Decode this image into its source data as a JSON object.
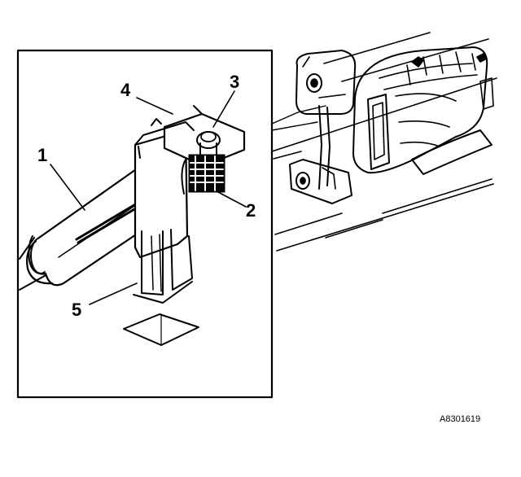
{
  "figure_id": "A8301619",
  "callouts": [
    {
      "number": "1"
    },
    {
      "number": "2"
    },
    {
      "number": "3"
    },
    {
      "number": "4"
    },
    {
      "number": "5"
    }
  ],
  "colors": {
    "line": "#000000",
    "background": "#ffffff"
  }
}
